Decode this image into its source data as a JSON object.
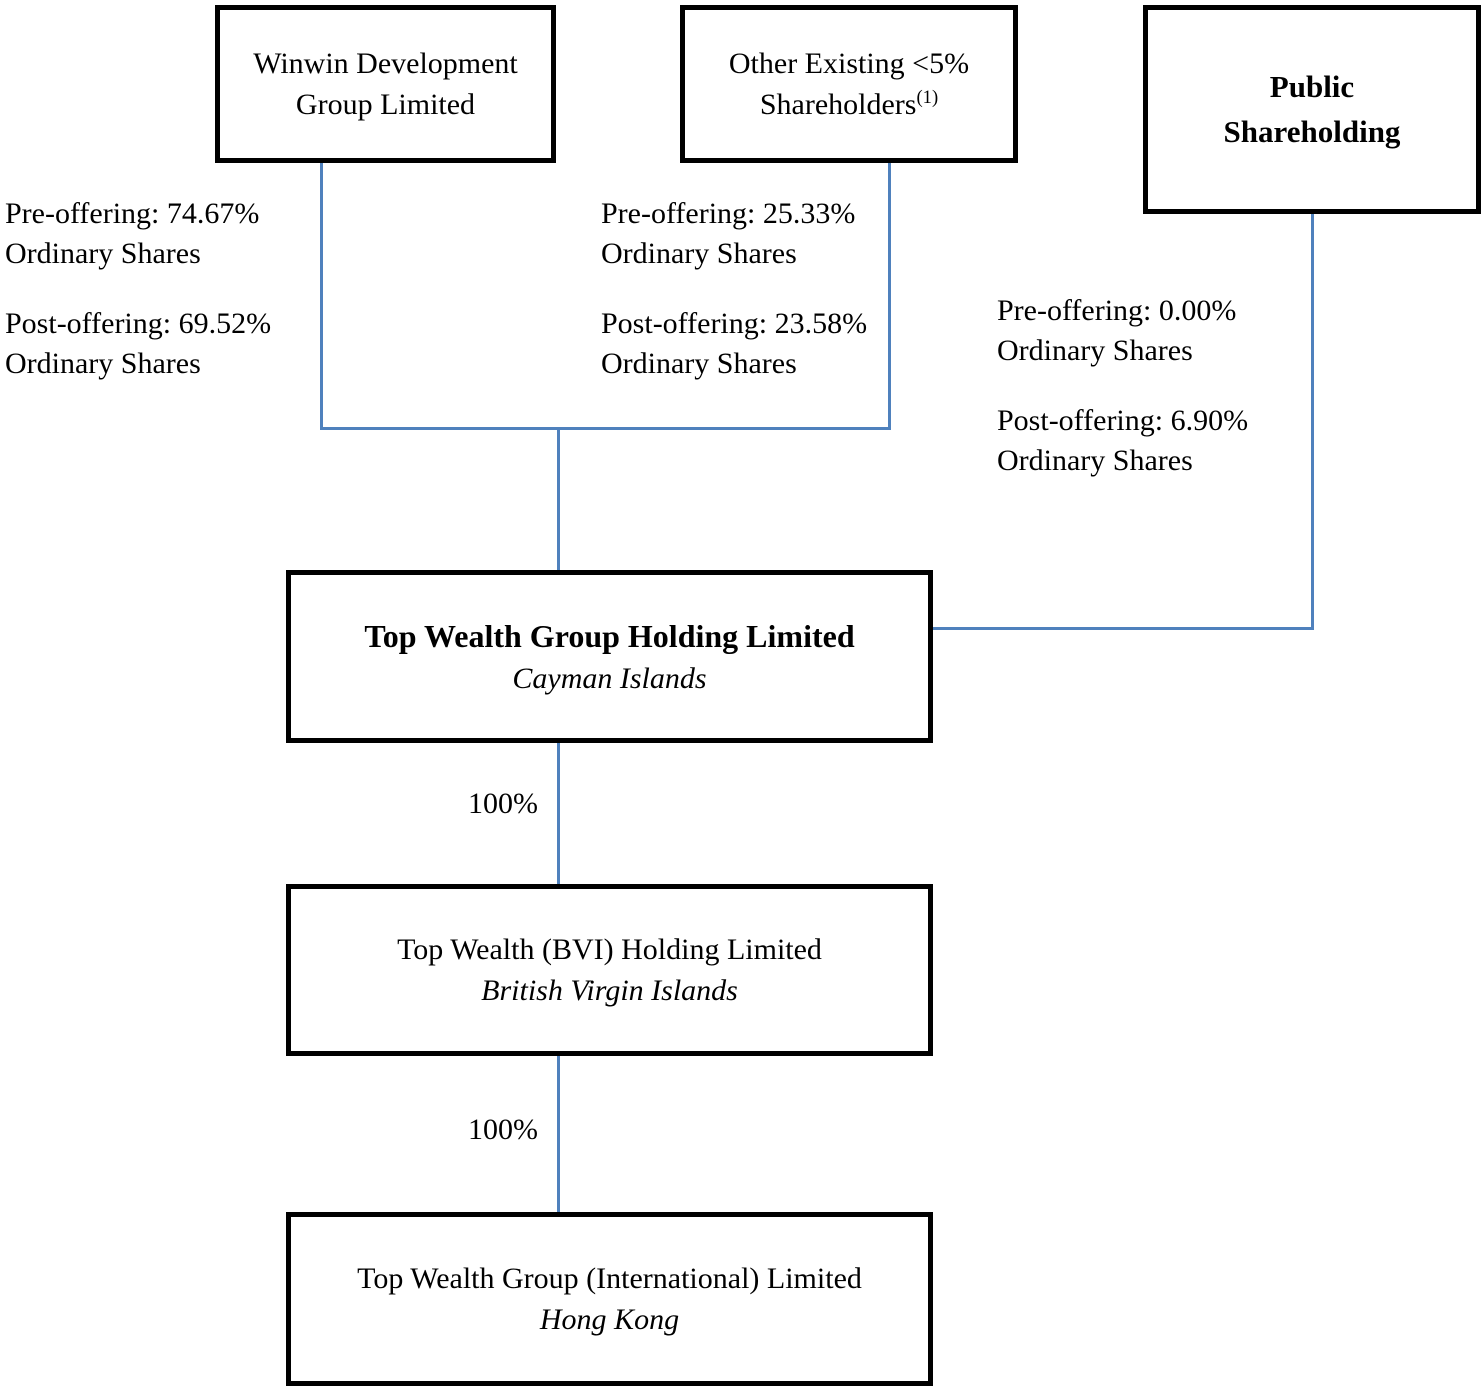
{
  "colors": {
    "connector_blue": "#4f81bd",
    "box_border_black": "#000000",
    "background": "#ffffff",
    "text": "#000000"
  },
  "nodes": {
    "winwin": {
      "line1": "Winwin Development",
      "line2": "Group Limited"
    },
    "other_existing": {
      "line1": "Other Existing <5%",
      "line2": "Shareholders",
      "footnote": "(1)"
    },
    "public_shareholding": {
      "line1": "Public",
      "line2": "Shareholding"
    },
    "top_wealth_group_holding": {
      "name": "Top Wealth Group Holding Limited",
      "jurisdiction": "Cayman Islands"
    },
    "top_wealth_bvi": {
      "name": "Top Wealth (BVI) Holding Limited",
      "jurisdiction": "British Virgin Islands"
    },
    "top_wealth_international": {
      "name": "Top Wealth Group (International) Limited",
      "jurisdiction": "Hong Kong"
    }
  },
  "ownership": {
    "winwin": {
      "pre": "Pre-offering: 74.67%",
      "pre_unit": "Ordinary Shares",
      "post": "Post-offering: 69.52%",
      "post_unit": "Ordinary Shares"
    },
    "other_existing": {
      "pre": "Pre-offering: 25.33%",
      "pre_unit": "Ordinary Shares",
      "post": "Post-offering: 23.58%",
      "post_unit": "Ordinary Shares"
    },
    "public_shareholding": {
      "pre": "Pre-offering: 0.00%",
      "pre_unit": "Ordinary Shares",
      "post": "Post-offering: 6.90%",
      "post_unit": "Ordinary Shares"
    }
  },
  "edge_labels": {
    "holding_to_bvi": "100%",
    "bvi_to_international": "100%"
  }
}
